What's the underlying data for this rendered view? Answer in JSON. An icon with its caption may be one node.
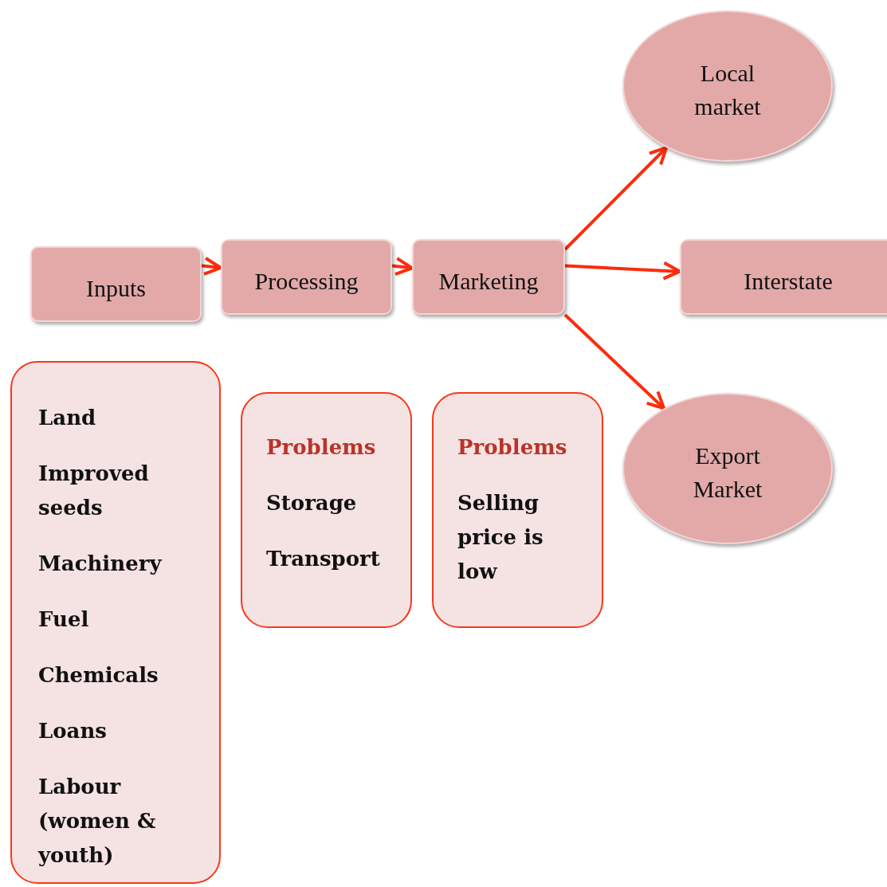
{
  "diagram": {
    "nodes": [
      {
        "text": [
          "Inputs"
        ]
      },
      {
        "text": [
          "Processing"
        ]
      },
      {
        "text": [
          "Marketing"
        ]
      },
      {
        "text": [
          "Local market"
        ]
      },
      {
        "text": [
          "Interstate"
        ]
      },
      {
        "text": [
          "Export Market"
        ]
      },
      {
        "text": [
          "Land",
          "Improved seeds",
          "Machinery",
          "Fuel",
          "Chemicals",
          "Loans",
          "Labour (women & youth)"
        ]
      },
      {
        "text": [
          "Problems",
          "Storage",
          "Transport"
        ]
      },
      {
        "text": [
          "Problems",
          "Selling price is low"
        ]
      }
    ],
    "edges": [
      {
        "from": 0,
        "to": 1,
        "arrow": "to"
      },
      {
        "from": 1,
        "to": 2,
        "arrow": "to"
      },
      {
        "from": 2,
        "to": 3,
        "arrow": "to"
      },
      {
        "from": 2,
        "to": 4,
        "arrow": "to"
      },
      {
        "from": 2,
        "to": 5,
        "arrow": "to"
      }
    ]
  }
}
